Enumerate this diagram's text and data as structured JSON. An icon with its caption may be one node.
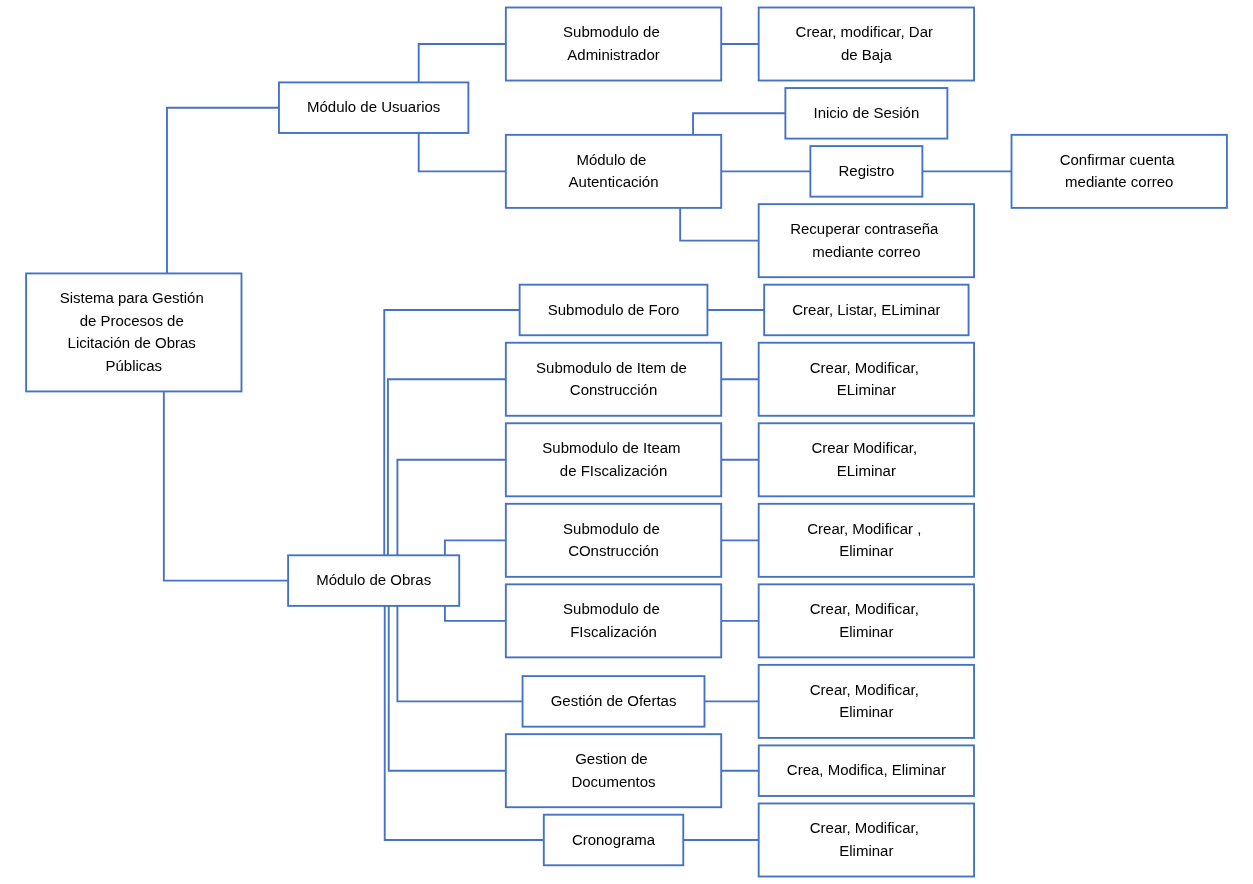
{
  "diagram": {
    "nodes": [
      {
        "text": [
          "Sistema para Gestión de Procesos de Licitación de Obras Públicas"
        ]
      },
      {
        "text": [
          "Módulo de Usuarios"
        ]
      },
      {
        "text": [
          "Submodulo de Administrador"
        ]
      },
      {
        "text": [
          "Crear, modificar, Dar de Baja"
        ]
      },
      {
        "text": [
          "Módulo de Autenticación"
        ]
      },
      {
        "text": [
          "Inicio de Sesión"
        ]
      },
      {
        "text": [
          "Registro"
        ]
      },
      {
        "text": [
          "Confirmar cuenta mediante correo"
        ]
      },
      {
        "text": [
          "Recuperar contraseña mediante correo"
        ]
      },
      {
        "text": [
          "Módulo de Obras"
        ]
      },
      {
        "text": [
          "Submodulo de Foro"
        ]
      },
      {
        "text": [
          "Crear, Listar, ELiminar"
        ]
      },
      {
        "text": [
          "Submodulo de Item de Construcción"
        ]
      },
      {
        "text": [
          "Crear, Modificar, ELiminar"
        ]
      },
      {
        "text": [
          "Submodulo de Iteam de FIscalización"
        ]
      },
      {
        "text": [
          "Crear Modificar, ELiminar"
        ]
      },
      {
        "text": [
          "Submodulo de COnstrucción"
        ]
      },
      {
        "text": [
          "Crear, Modificar , Eliminar"
        ]
      },
      {
        "text": [
          "Submodulo de FIscalización"
        ]
      },
      {
        "text": [
          "Crear, Modificar, Eliminar"
        ]
      },
      {
        "text": [
          "Gestión de Ofertas"
        ]
      },
      {
        "text": [
          "Crear, Modificar, Eliminar"
        ]
      },
      {
        "text": [
          "Gestion de Documentos"
        ]
      },
      {
        "text": [
          "Crea, Modifica, Eliminar"
        ]
      },
      {
        "text": [
          "Cronograma"
        ]
      },
      {
        "text": [
          "Crear, Modificar, Eliminar"
        ]
      }
    ],
    "edges": [
      {
        "from": 0,
        "to": 1,
        "arrow": "none"
      },
      {
        "from": 0,
        "to": 9,
        "arrow": "none"
      },
      {
        "from": 1,
        "to": 2,
        "arrow": "none"
      },
      {
        "from": 1,
        "to": 4,
        "arrow": "none"
      },
      {
        "from": 2,
        "to": 3,
        "arrow": "none"
      },
      {
        "from": 4,
        "to": 5,
        "arrow": "none"
      },
      {
        "from": 4,
        "to": 6,
        "arrow": "none"
      },
      {
        "from": 4,
        "to": 8,
        "arrow": "none"
      },
      {
        "from": 6,
        "to": 7,
        "arrow": "none"
      },
      {
        "from": 9,
        "to": 10,
        "arrow": "none"
      },
      {
        "from": 9,
        "to": 12,
        "arrow": "none"
      },
      {
        "from": 9,
        "to": 14,
        "arrow": "none"
      },
      {
        "from": 9,
        "to": 16,
        "arrow": "none"
      },
      {
        "from": 9,
        "to": 18,
        "arrow": "none"
      },
      {
        "from": 9,
        "to": 20,
        "arrow": "none"
      },
      {
        "from": 9,
        "to": 22,
        "arrow": "none"
      },
      {
        "from": 9,
        "to": 24,
        "arrow": "none"
      },
      {
        "from": 10,
        "to": 11,
        "arrow": "none"
      },
      {
        "from": 12,
        "to": 13,
        "arrow": "none"
      },
      {
        "from": 14,
        "to": 15,
        "arrow": "none"
      },
      {
        "from": 16,
        "to": 17,
        "arrow": "none"
      },
      {
        "from": 18,
        "to": 19,
        "arrow": "none"
      },
      {
        "from": 20,
        "to": 21,
        "arrow": "none"
      },
      {
        "from": 22,
        "to": 23,
        "arrow": "none"
      },
      {
        "from": 24,
        "to": 25,
        "arrow": "none"
      }
    ]
  }
}
